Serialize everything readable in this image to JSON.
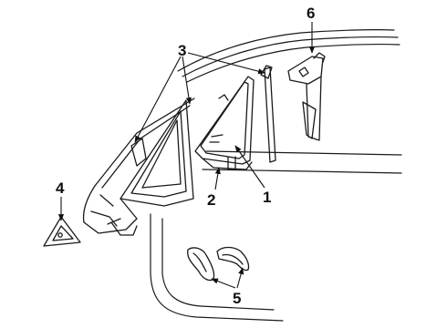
{
  "diagram": {
    "ink_color": "#1a1a1a",
    "background": "#ffffff",
    "callouts": [
      {
        "id": "c1",
        "text": "1"
      },
      {
        "id": "c2",
        "text": "2"
      },
      {
        "id": "c3",
        "text": "3"
      },
      {
        "id": "c4",
        "text": "4"
      },
      {
        "id": "c5",
        "text": "5"
      },
      {
        "id": "c6",
        "text": "6"
      }
    ]
  }
}
